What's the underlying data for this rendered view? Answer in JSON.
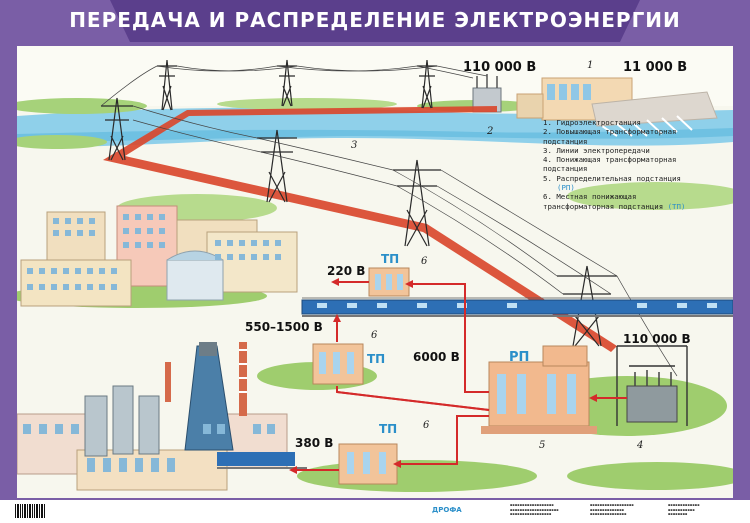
{
  "title": "ПЕРЕДАЧА И РАСПРЕДЕЛЕНИЕ ЭЛЕКТРОЭНЕРГИИ",
  "labels": {
    "v110_top": "110 000 В",
    "v11000": "11 000 В",
    "v220": "220 В",
    "v550": "550–1500 В",
    "v6000": "6000 В",
    "v110_bottom": "110 000 В",
    "v380": "380 В",
    "tp1": "ТП",
    "tp2": "ТП",
    "tp3": "ТП",
    "rp": "РП"
  },
  "markers": {
    "n1": "1",
    "n2": "2",
    "n3": "3",
    "n4": "4",
    "n5": "5",
    "n6a": "6",
    "n6b": "6",
    "n6c": "6"
  },
  "legend": {
    "item1": "1. Гидроэлектростанция",
    "item2a": "2. Повышающая трансформаторная",
    "item2b": "   подстанция",
    "item3": "3. Линии электропередачи",
    "item4a": "4. Понижающая трансформаторная",
    "item4b": "   подстанция",
    "item5a": "5. Распределительная подстанция",
    "item5b": "(РП)",
    "item6a": "6. Местная понижающая",
    "item6b": "   трансформаторная подстанция",
    "item6c": "(ТП)"
  },
  "footer": {
    "publisher": "ДРОФА"
  },
  "colors": {
    "frame": "#7a5ea6",
    "power_line": "#d9482e",
    "feeder": "#d42a2a",
    "tp_text": "#2b8fc9"
  }
}
